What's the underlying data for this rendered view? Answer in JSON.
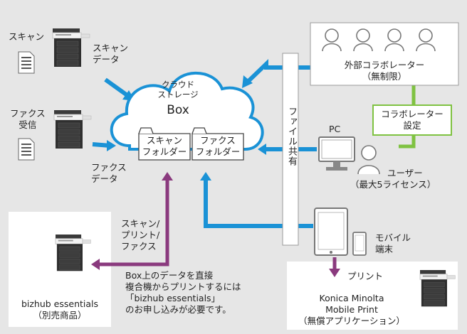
{
  "colors": {
    "background": "#e6e6e6",
    "arrow_blue": "#1a92d6",
    "cloud_stroke": "#1a92d6",
    "purple": "#8a3a7e",
    "green": "#7fc241",
    "gray_stroke": "#9a9a9a"
  },
  "icons": [
    "printer-icon",
    "document-icon",
    "cloud-icon",
    "folder-icon",
    "person-icon",
    "pc-icon",
    "tablet-icon",
    "smartphone-icon"
  ],
  "labels": {
    "scan": "スキャン",
    "scan_data_1": "スキャン",
    "scan_data_2": "データ",
    "fax_recv_1": "ファクス",
    "fax_recv_2": "受信",
    "fax_data_1": "ファクス",
    "fax_data_2": "データ",
    "cloud_1": "クラウド",
    "cloud_2": "ストレージ",
    "box": "Box",
    "scan_folder_1": "スキャン",
    "scan_folder_2": "フォルダー",
    "fax_folder_1": "ファクス",
    "fax_folder_2": "フォルダー",
    "file_share": "ファイル共有",
    "collab_1": "外部コラボレーター",
    "collab_2": "（無制限）",
    "collab_setting_1": "コラボレーター",
    "collab_setting_2": "設定",
    "pc": "PC",
    "user_1": "ユーザー",
    "user_2": "（最大5ライセンス）",
    "mobile_1": "モバイル",
    "mobile_2": "端末",
    "print": "プリント",
    "kmp_1": "Konica Minolta",
    "kmp_2": "Mobile Print",
    "kmp_3": "（無償アプリケーション）",
    "spf_1": "スキャン/",
    "spf_2": "プリント/",
    "spf_3": "ファクス",
    "bizhub_1": "bizhub essentials",
    "bizhub_2": "（別売商品）",
    "note_1": "Box上のデータを直接",
    "note_2": "複合機からプリントするには",
    "note_3": "「bizhub essentials」",
    "note_4": "のお申し込みが必要です。"
  }
}
